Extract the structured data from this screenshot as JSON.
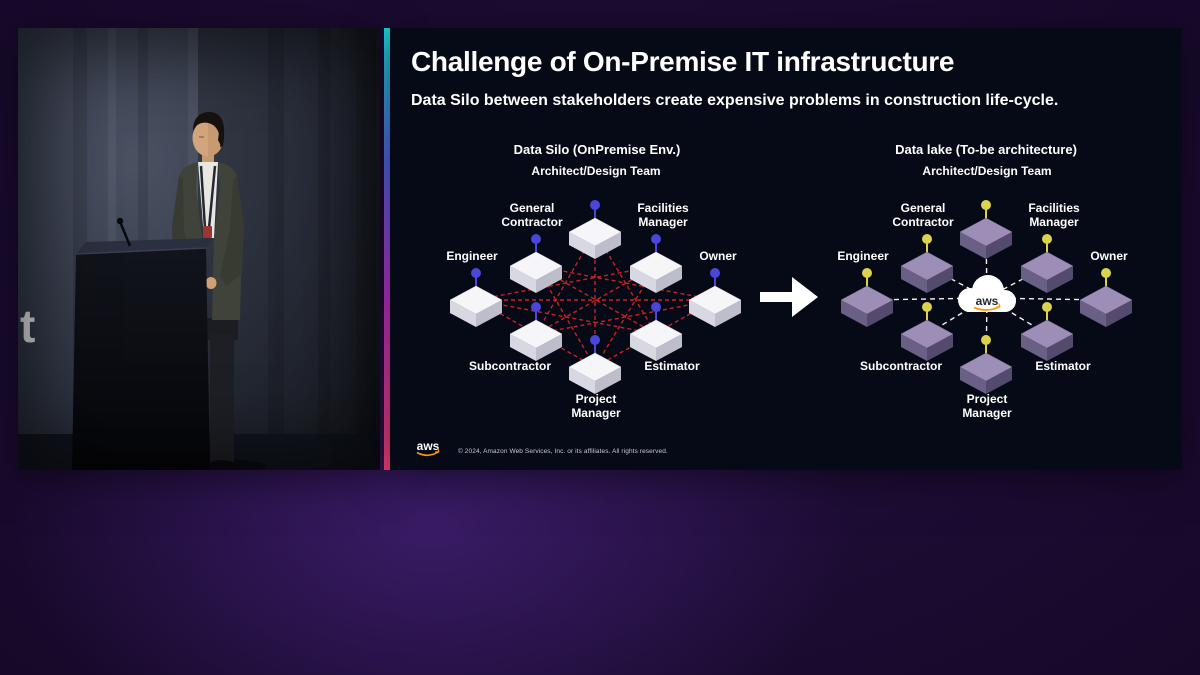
{
  "video": {
    "backdrop_letter": "t"
  },
  "slide": {
    "title": "Challenge of On-Premise IT infrastructure",
    "subtitle": "Data Silo between stakeholders create expensive problems in construction life-cycle.",
    "diagrams": {
      "left": {
        "title": "Data Silo (OnPremise Env.)",
        "nodes": [
          {
            "label": "Architect/Design Team"
          },
          {
            "label": "General Contractor"
          },
          {
            "label": "Facilities Manager"
          },
          {
            "label": "Engineer"
          },
          {
            "label": "Owner"
          },
          {
            "label": "Subcontractor"
          },
          {
            "label": "Estimator"
          },
          {
            "label": "Project Manager"
          }
        ]
      },
      "right": {
        "title": "Data lake (To-be architecture)",
        "center_label": "aws",
        "nodes": [
          {
            "label": "Architect/Design Team"
          },
          {
            "label": "General Contractor"
          },
          {
            "label": "Facilities Manager"
          },
          {
            "label": "Engineer"
          },
          {
            "label": "Owner"
          },
          {
            "label": "Subcontractor"
          },
          {
            "label": "Estimator"
          },
          {
            "label": "Project Manager"
          }
        ]
      }
    },
    "footer": {
      "logo": "aws",
      "copyright": "© 2024, Amazon Web Services, Inc. or its affiliates. All rights reserved."
    },
    "colors": {
      "silo_connection": "#d42222",
      "lake_connection": "#ffffff",
      "aws_orange": "#ff9900",
      "accent_stripe_top": "#17d3d3",
      "accent_stripe_bottom": "#ef3d6f",
      "slide_background": "#060a16"
    }
  }
}
